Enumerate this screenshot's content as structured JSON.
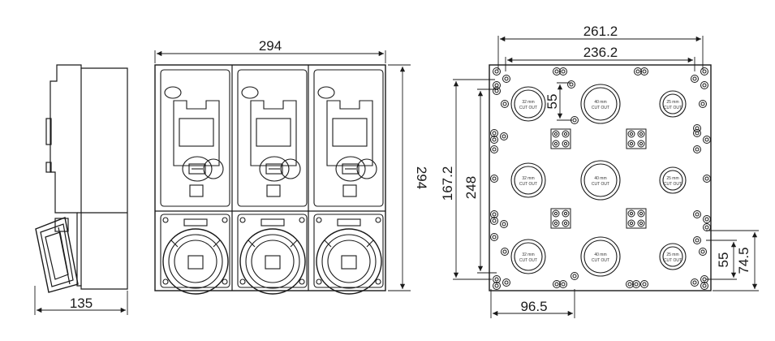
{
  "side_view": {
    "width_label": "135"
  },
  "front_view": {
    "width_label": "294",
    "height_label": "294"
  },
  "back_view": {
    "outer_width_label": "261.2",
    "inner_width_label": "236.2",
    "hole_spacing_label": "55",
    "outer_height_label": "167.2",
    "inner_height_label": "248",
    "bottom_offset_label": "96.5",
    "right_spacing_label": "55",
    "right_offset_label": "74.5",
    "cutout_40": [
      "40 mm",
      "CUT OUT"
    ],
    "cutout_32": [
      "32 mm",
      "CUT OUT"
    ],
    "cutout_25": [
      "25 mm",
      "CUT OUT"
    ]
  },
  "colors": {
    "line": "#1a1a1a",
    "background": "#ffffff"
  }
}
